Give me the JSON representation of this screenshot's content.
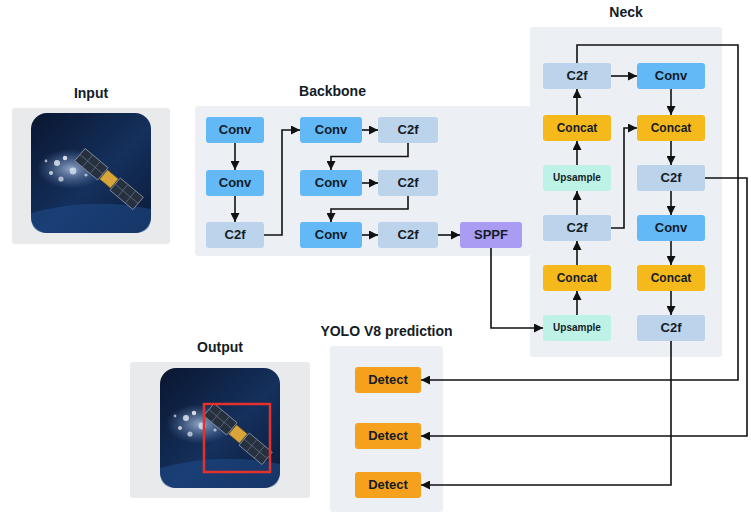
{
  "diagram": {
    "nodes": [
      {
        "text": [
          "Input"
        ]
      },
      {
        "text": [
          "Backbone"
        ]
      },
      {
        "text": [
          "Conv"
        ],
        "in": 1
      },
      {
        "text": [
          "Conv"
        ],
        "in": 1
      },
      {
        "text": [
          "C2f"
        ],
        "in": 1
      },
      {
        "text": [
          "Conv"
        ],
        "in": 1
      },
      {
        "text": [
          "C2f"
        ],
        "in": 1
      },
      {
        "text": [
          "Conv"
        ],
        "in": 1
      },
      {
        "text": [
          "C2f"
        ],
        "in": 1
      },
      {
        "text": [
          "Conv"
        ],
        "in": 1
      },
      {
        "text": [
          "C2f"
        ],
        "in": 1
      },
      {
        "text": [
          "SPPF"
        ],
        "in": 1
      },
      {
        "text": [
          "Neck"
        ]
      },
      {
        "text": [
          "C2f"
        ],
        "in": 12
      },
      {
        "text": [
          "Concat"
        ],
        "in": 12
      },
      {
        "text": [
          "Upsample"
        ],
        "in": 12
      },
      {
        "text": [
          "C2f"
        ],
        "in": 12
      },
      {
        "text": [
          "Concat"
        ],
        "in": 12
      },
      {
        "text": [
          "Upsample"
        ],
        "in": 12
      },
      {
        "text": [
          "Conv"
        ],
        "in": 12
      },
      {
        "text": [
          "Concat"
        ],
        "in": 12
      },
      {
        "text": [
          "C2f"
        ],
        "in": 12
      },
      {
        "text": [
          "Conv"
        ],
        "in": 12
      },
      {
        "text": [
          "Concat"
        ],
        "in": 12
      },
      {
        "text": [
          "C2f"
        ],
        "in": 12
      },
      {
        "text": [
          "Output"
        ]
      },
      {
        "text": [
          "YOLO V8 prediction"
        ]
      },
      {
        "text": [
          "Detect"
        ],
        "in": 26
      },
      {
        "text": [
          "Detect"
        ],
        "in": 26
      },
      {
        "text": [
          "Detect"
        ],
        "in": 26
      }
    ],
    "edges": [
      {
        "from": 2,
        "to": 3,
        "arrow": "to"
      },
      {
        "from": 3,
        "to": 4,
        "arrow": "to"
      },
      {
        "from": 4,
        "to": 5,
        "arrow": "to"
      },
      {
        "from": 5,
        "to": 6,
        "arrow": "to"
      },
      {
        "from": 6,
        "to": 7,
        "arrow": "to"
      },
      {
        "from": 7,
        "to": 8,
        "arrow": "to"
      },
      {
        "from": 8,
        "to": 9,
        "arrow": "to"
      },
      {
        "from": 9,
        "to": 10,
        "arrow": "to"
      },
      {
        "from": 10,
        "to": 11,
        "arrow": "to"
      },
      {
        "from": 11,
        "to": 18,
        "arrow": "to"
      },
      {
        "from": 18,
        "to": 17,
        "arrow": "to"
      },
      {
        "from": 17,
        "to": 16,
        "arrow": "to"
      },
      {
        "from": 16,
        "to": 15,
        "arrow": "to"
      },
      {
        "from": 15,
        "to": 14,
        "arrow": "to"
      },
      {
        "from": 14,
        "to": 13,
        "arrow": "to"
      },
      {
        "from": 13,
        "to": 19,
        "arrow": "to"
      },
      {
        "from": 19,
        "to": 20,
        "arrow": "to"
      },
      {
        "from": 16,
        "to": 20,
        "arrow": "to"
      },
      {
        "from": 20,
        "to": 21,
        "arrow": "to"
      },
      {
        "from": 21,
        "to": 22,
        "arrow": "to"
      },
      {
        "from": 22,
        "to": 23,
        "arrow": "to"
      },
      {
        "from": 23,
        "to": 24,
        "arrow": "to"
      },
      {
        "from": 13,
        "to": 27,
        "arrow": "to"
      },
      {
        "from": 21,
        "to": 28,
        "arrow": "to"
      },
      {
        "from": 24,
        "to": 29,
        "arrow": "to"
      }
    ]
  }
}
